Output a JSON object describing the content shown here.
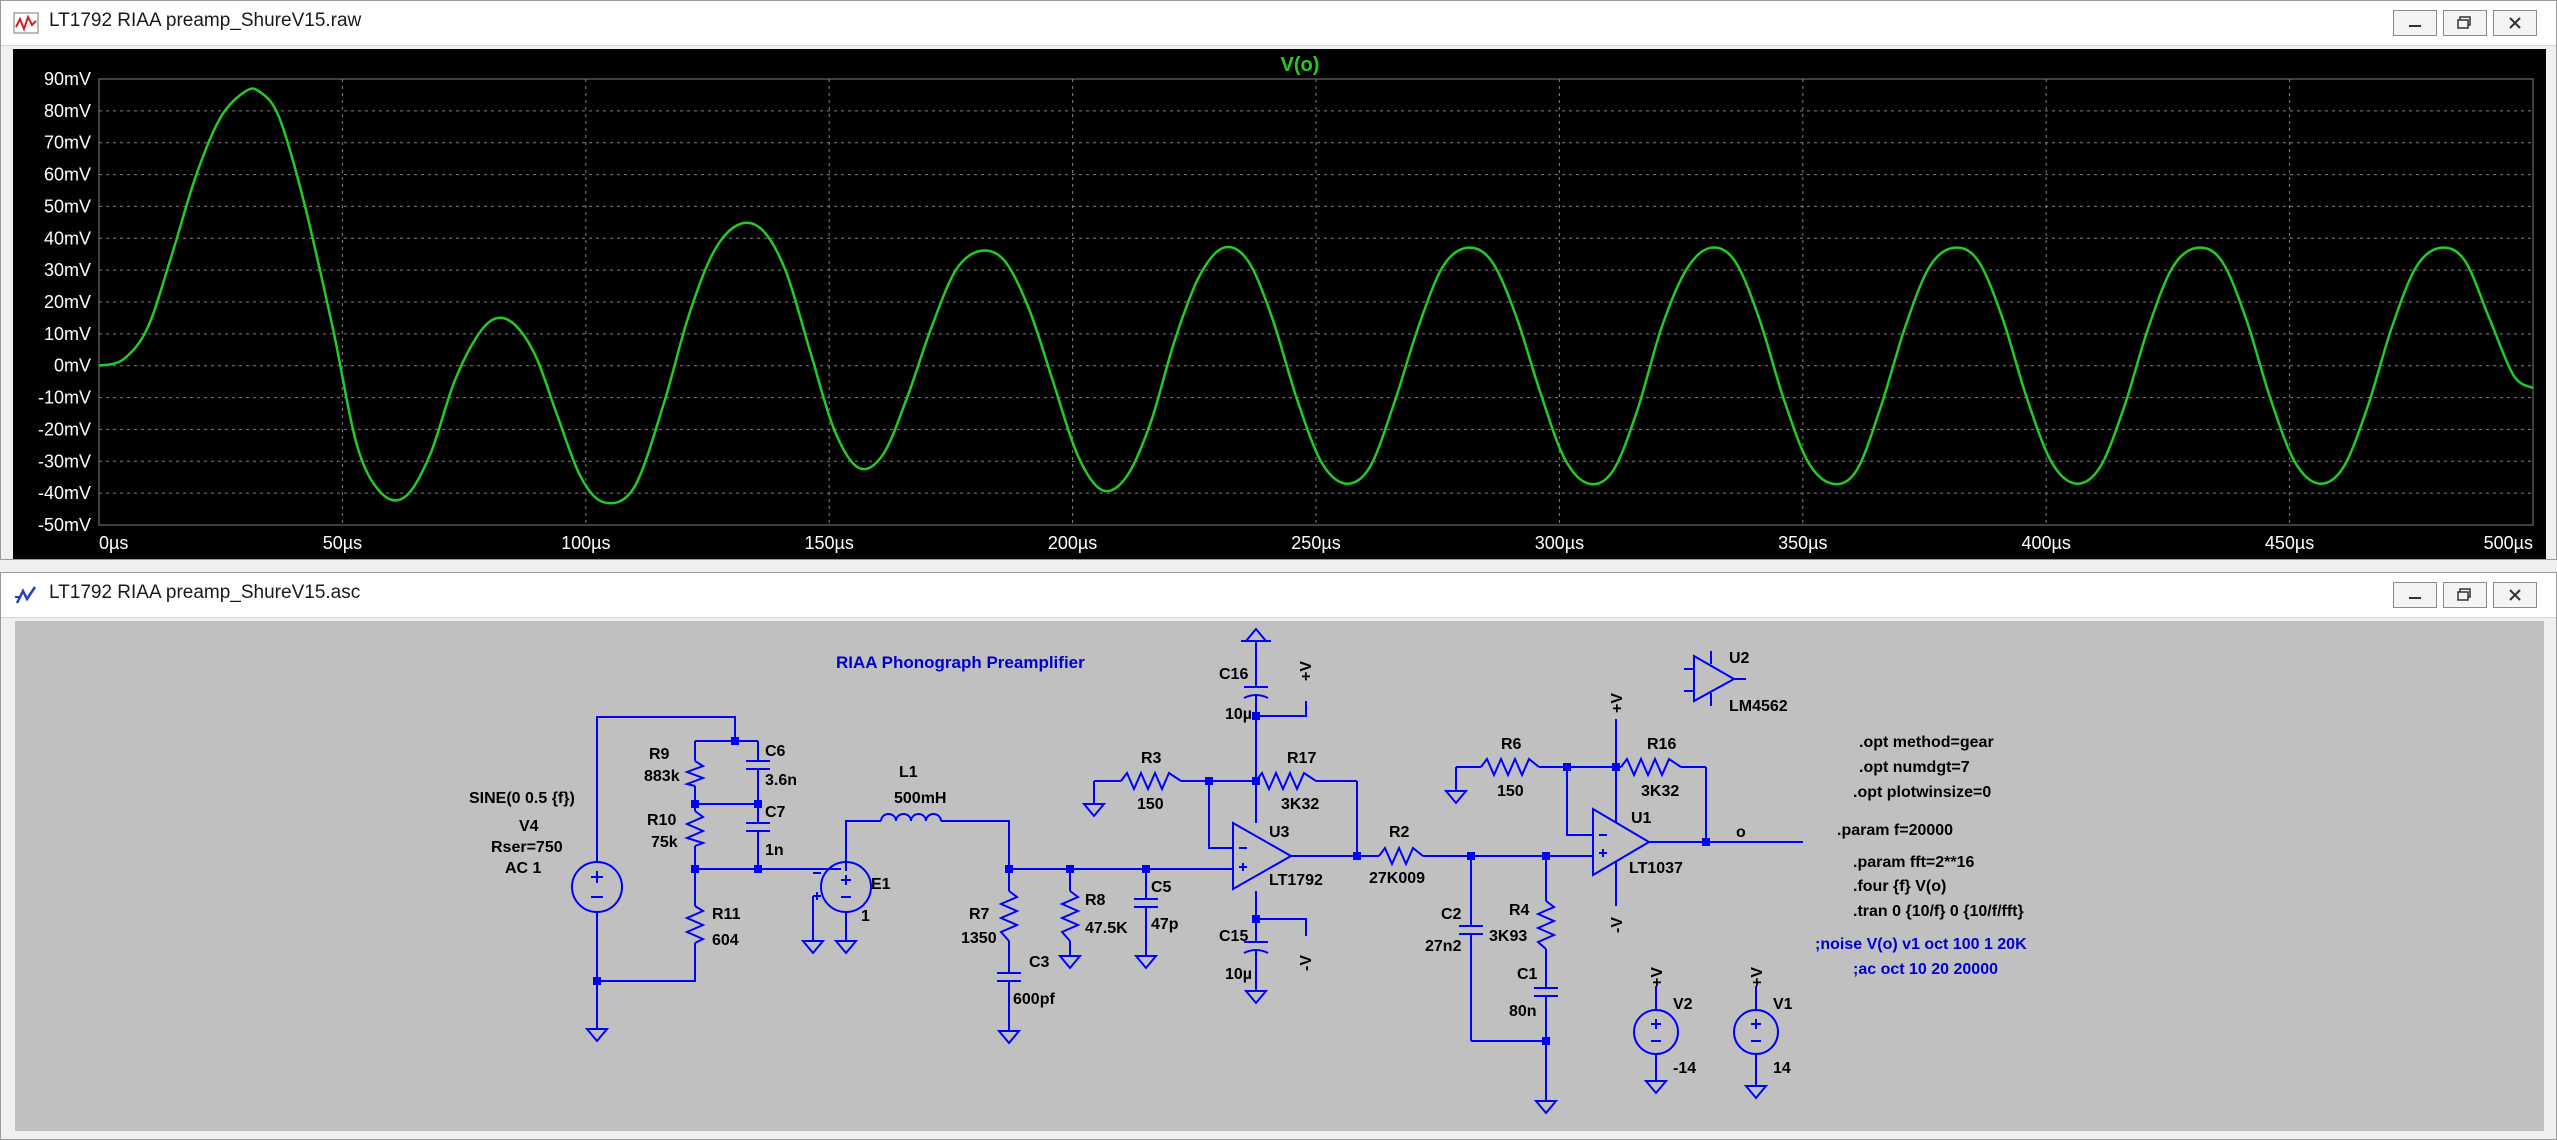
{
  "plot_window": {
    "title": "LT1792 RIAA preamp_ShureV15.raw",
    "icon": "waveform-icon",
    "trace_label": "V(o)",
    "trace_color": "#22cc22",
    "background": "#000000",
    "grid_color": "#808080",
    "axis_label_color": "#ffffff",
    "y_tick_labels": [
      "90mV",
      "80mV",
      "70mV",
      "60mV",
      "50mV",
      "40mV",
      "30mV",
      "20mV",
      "10mV",
      "0mV",
      "-10mV",
      "-20mV",
      "-30mV",
      "-40mV",
      "-50mV"
    ],
    "x_tick_labels": [
      "0µs",
      "50µs",
      "100µs",
      "150µs",
      "200µs",
      "250µs",
      "300µs",
      "350µs",
      "400µs",
      "450µs",
      "500µs"
    ]
  },
  "chart_data": {
    "type": "line",
    "title": "V(o)",
    "xlim": [
      0,
      500
    ],
    "ylim": [
      -50,
      90
    ],
    "grid": true,
    "x_units": "µs",
    "y_units": "mV",
    "series": [
      {
        "name": "V(o)",
        "color": "#22cc22",
        "x": [
          0,
          5,
          10,
          15,
          20,
          25,
          30,
          33,
          37,
          42,
          48,
          53,
          58,
          63,
          68,
          73,
          78,
          82,
          86,
          90,
          94,
          99,
          104,
          110,
          116,
          121,
          126,
          131,
          136,
          141,
          146,
          151,
          156,
          161,
          166,
          171,
          176,
          181,
          186,
          191,
          196,
          201,
          206,
          211,
          216,
          221,
          226,
          231,
          236,
          241,
          246,
          251,
          256,
          261,
          266,
          271,
          276,
          281,
          286,
          291,
          296,
          301,
          306,
          311,
          316,
          321,
          326,
          331,
          336,
          341,
          346,
          351,
          356,
          361,
          366,
          371,
          376,
          381,
          386,
          391,
          396,
          401,
          406,
          411,
          416,
          421,
          426,
          431,
          436,
          441,
          446,
          451,
          456,
          461,
          466,
          471,
          476,
          481,
          486,
          491,
          496,
          500
        ],
        "y": [
          0,
          2,
          12,
          35,
          60,
          78,
          86,
          86,
          78,
          52,
          12,
          -25,
          -40,
          -41,
          -28,
          -5,
          10,
          15,
          12,
          2,
          -15,
          -35,
          -43,
          -38,
          -12,
          15,
          35,
          44,
          43,
          30,
          5,
          -20,
          -32,
          -28,
          -10,
          12,
          30,
          36,
          33,
          18,
          -5,
          -28,
          -39,
          -35,
          -18,
          8,
          28,
          37,
          33,
          15,
          -10,
          -30,
          -37,
          -32,
          -12,
          12,
          31,
          37,
          33,
          16,
          -8,
          -29,
          -37,
          -33,
          -14,
          12,
          30,
          37,
          33,
          15,
          -10,
          -30,
          -37,
          -33,
          -13,
          12,
          31,
          37,
          33,
          15,
          -10,
          -30,
          -37,
          -32,
          -13,
          12,
          31,
          37,
          33,
          15,
          -10,
          -30,
          -37,
          -32,
          -13,
          12,
          31,
          37,
          33,
          15,
          -3,
          -7
        ]
      }
    ]
  },
  "schematic_window": {
    "title": "LT1792 RIAA preamp_ShureV15.asc",
    "icon": "schematic-icon",
    "heading": "RIAA Phonograph Preamplifier",
    "wire_color": "#0000ff",
    "background": "#c0c0c0",
    "components": {
      "v4_source": "SINE(0 0.5 {f})",
      "v4_name": "V4",
      "v4_rser": "Rser=750",
      "v4_ac": "AC 1",
      "r9": "R9",
      "r9_val": "883k",
      "r10": "R10",
      "r10_val": "75k",
      "r11": "R11",
      "r11_val": "604",
      "c6": "C6",
      "c6_val": "3.6n",
      "c7": "C7",
      "c7_val": "1n",
      "e1": "E1",
      "e1_val": "1",
      "l1": "L1",
      "l1_val": "500mH",
      "r7": "R7",
      "r7_val": "1350",
      "c3": "C3",
      "c3_val": "600pf",
      "r8": "R8",
      "r8_val": "47.5K",
      "c5": "C5",
      "c5_val": "47p",
      "r3": "R3",
      "r3_val": "150",
      "r17": "R17",
      "r17_val": "3K32",
      "u3": "U3",
      "u3_val": "LT1792",
      "c16": "C16",
      "c16_val": "10µ",
      "c15": "C15",
      "c15_val": "10µ",
      "r2": "R2",
      "r2_val": "27K009",
      "c2": "C2",
      "c2_val": "27n2",
      "r4": "R4",
      "r4_val": "3K93",
      "c1": "C1",
      "c1_val": "80n",
      "r6": "R6",
      "r6_val": "150",
      "r16": "R16",
      "r16_val": "3K32",
      "u1": "U1",
      "u1_val": "LT1037",
      "u2": "U2",
      "u2_val": "LM4562",
      "v2": "V2",
      "v2_val": "-14",
      "v1": "V1",
      "v1_val": "14",
      "out_label": "o",
      "plus_v": "+V",
      "minus_v": "-V"
    },
    "directives": [
      ".opt method=gear",
      ".opt numdgt=7",
      ".opt plotwinsize=0",
      ".param f=20000",
      ".param fft=2**16",
      ".four {f} V(o)",
      ".tran 0 {10/f} 0 {10/f/fft}"
    ],
    "comments": [
      ";noise V(o) v1 oct 100 1 20K",
      ";ac oct 10 20 20000"
    ]
  }
}
